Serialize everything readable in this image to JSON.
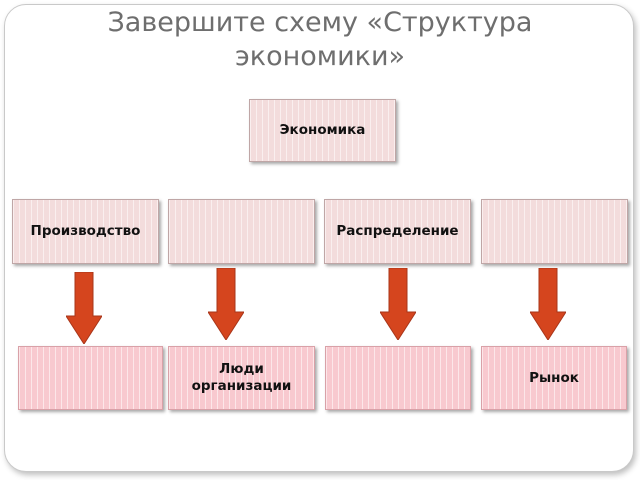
{
  "slide": {
    "title_line1": "Завершите схему «Структура",
    "title_line2": "экономики»"
  },
  "diagram": {
    "root": "Экономика",
    "middle": [
      "Производство",
      "",
      "Распределение",
      ""
    ],
    "bottom": [
      "",
      "Люди\nорганизации",
      "",
      "Рынок"
    ]
  },
  "colors": {
    "box_fill": "#f3dcdc",
    "box_fill_bottom": "#f8c9cf",
    "arrow": "#d5451e",
    "title_text": "#6e6e6e"
  },
  "icons": [
    "arrow-down-icon"
  ]
}
